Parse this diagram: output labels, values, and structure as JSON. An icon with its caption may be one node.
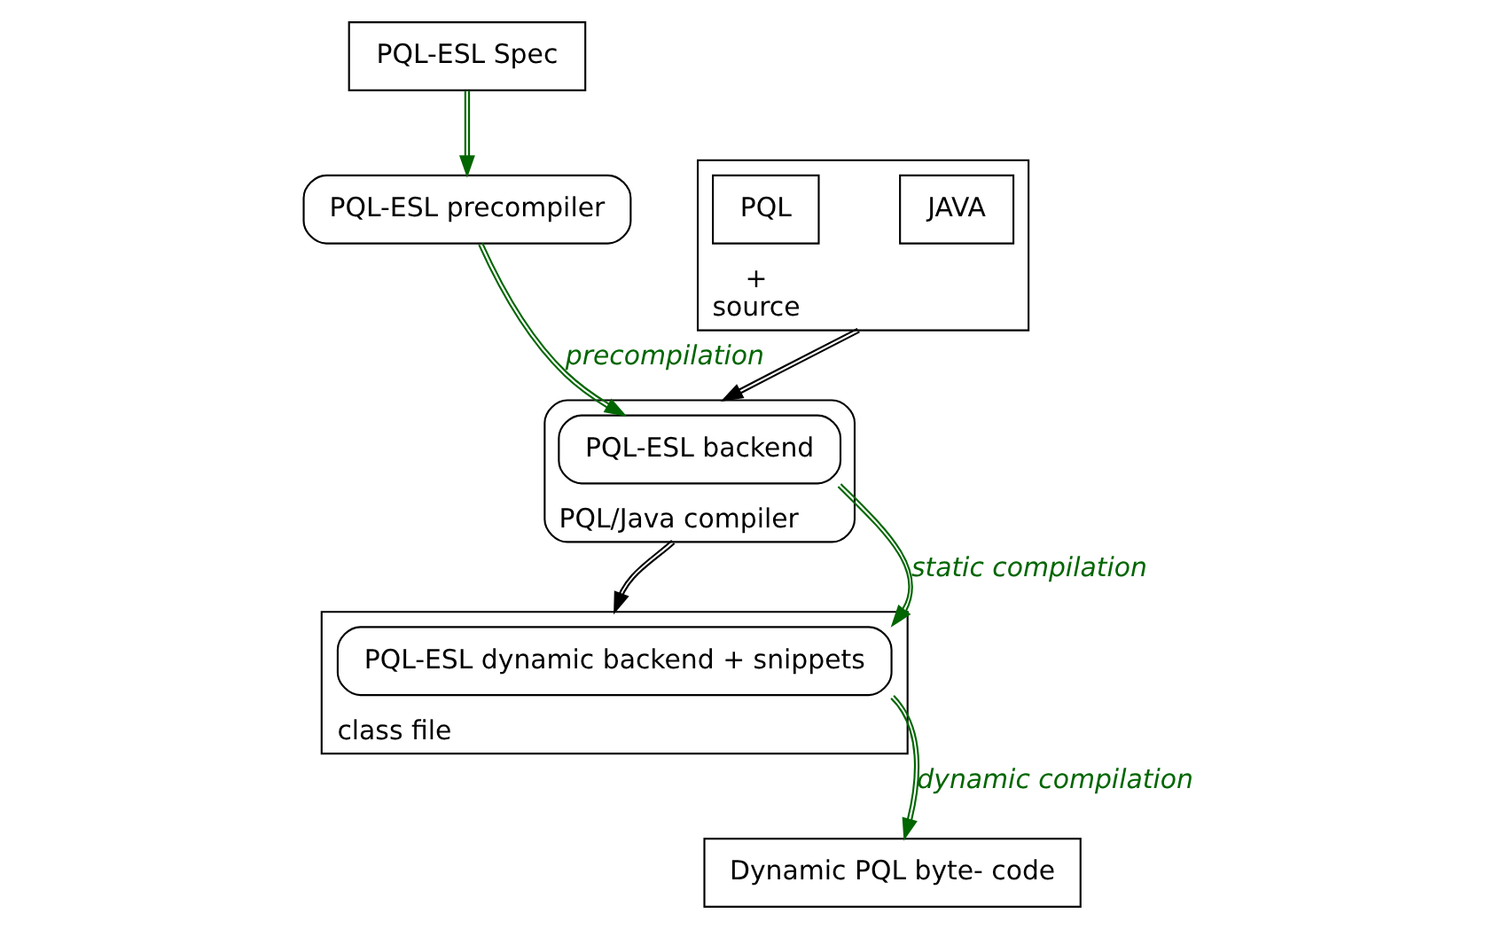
{
  "diagram": {
    "nodes": [
      {
        "text": [
          "PQL-ESL Spec"
        ]
      },
      {
        "text": [
          "PQL-ESL precompiler"
        ]
      },
      {
        "text": [
          "+",
          "source"
        ]
      },
      {
        "text": [
          "JAVA"
        ],
        "in": 2
      },
      {
        "text": [
          "PQL"
        ],
        "in": 2
      },
      {
        "text": [
          "PQL/Java compiler"
        ]
      },
      {
        "text": [
          "PQL-ESL backend"
        ],
        "in": 5
      },
      {
        "text": [
          "class file"
        ]
      },
      {
        "text": [
          "PQL-ESL dynamic backend + snippets"
        ],
        "in": 7
      },
      {
        "text": [
          "Dynamic PQL byte- code"
        ]
      }
    ],
    "edges": [
      {
        "from": 0,
        "to": 1,
        "arrow": "to"
      },
      {
        "from": 1,
        "to": 6,
        "arrow": "to",
        "label": "precompilation"
      },
      {
        "from": 2,
        "to": 5,
        "arrow": "to",
        "color": "#000000"
      },
      {
        "from": 6,
        "to": 8,
        "arrow": "to",
        "label": "static compilation"
      },
      {
        "from": 5,
        "to": 7,
        "arrow": "to",
        "color": "#000000"
      },
      {
        "from": 8,
        "to": 9,
        "arrow": "to",
        "label": "dynamic compilation"
      }
    ]
  }
}
